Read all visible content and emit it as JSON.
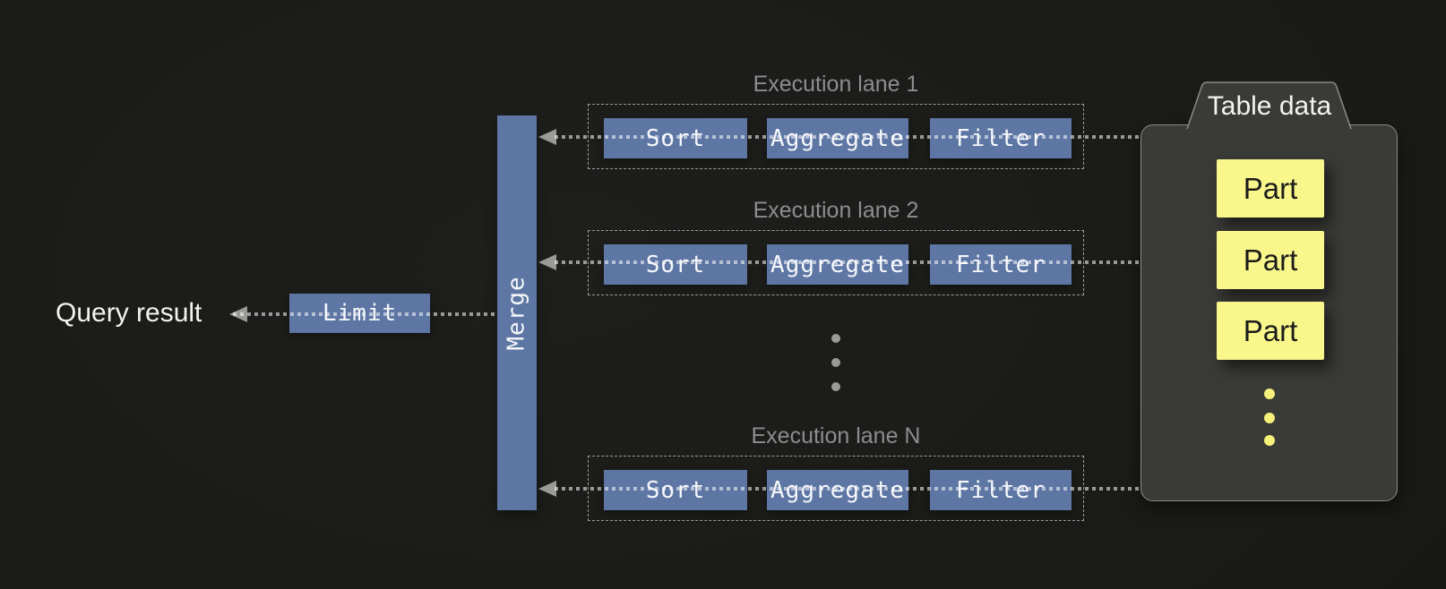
{
  "diagram": {
    "query_result_label": "Query result",
    "limit_label": "Limit",
    "merge_label": "Merge",
    "lanes": [
      {
        "title": "Execution lane 1",
        "operators": [
          "Sort",
          "Aggregate",
          "Filter"
        ]
      },
      {
        "title": "Execution lane 2",
        "operators": [
          "Sort",
          "Aggregate",
          "Filter"
        ]
      },
      {
        "title": "Execution lane N",
        "operators": [
          "Sort",
          "Aggregate",
          "Filter"
        ]
      }
    ],
    "table": {
      "title": "Table data",
      "parts": [
        "Part",
        "Part",
        "Part"
      ]
    },
    "colors": {
      "background": "#1b1b19",
      "operator_blue": "#5d76a3",
      "part_yellow": "#f9f78c",
      "container_gray": "#3a3a37",
      "border_gray": "#8b8b86",
      "lane_label_gray": "#8d8d8d",
      "arrow_gray": "#9a9a98",
      "dotted_line": "rgba(255,255,255,0.55)",
      "text_white": "#f3f3f1",
      "part_text_dark": "#1c1c1a"
    }
  }
}
